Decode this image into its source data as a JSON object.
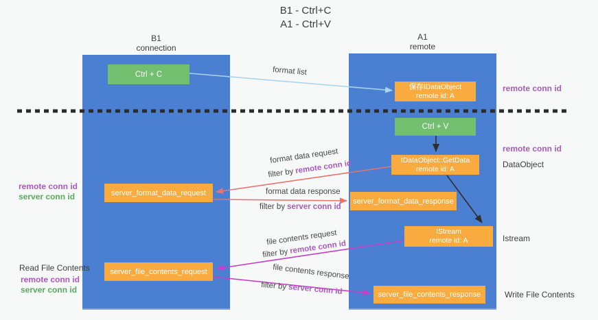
{
  "title": {
    "line1": "B1 - Ctrl+C",
    "line2": "A1 - Ctrl+V"
  },
  "lanes": {
    "left": {
      "name": "B1",
      "subtitle": "connection"
    },
    "right": {
      "name": "A1",
      "subtitle": "remote"
    }
  },
  "nodes": {
    "ctrl_c": {
      "label": "Ctrl + C"
    },
    "ctrl_v": {
      "label": "Ctrl + V"
    },
    "saved_dataobject": {
      "line1": "保存IDataObject",
      "line2": "remote id: A"
    },
    "getdata": {
      "line1": "IDataObject::GetData",
      "line2": "remote id: A"
    },
    "istream": {
      "line1": "IStream",
      "line2": "remote id: A"
    },
    "server_format_data_request": {
      "label": "server_format_data_request"
    },
    "server_format_data_response": {
      "label": "server_format_data_response"
    },
    "server_file_contents_request": {
      "label": "server_file_contents_request"
    },
    "server_file_contents_response": {
      "label": "server_file_contents_response"
    }
  },
  "edge_labels": {
    "format_list": "format list",
    "format_data_request": "format data request",
    "format_data_response": "format data response",
    "file_contents_request": "file contents request",
    "file_contents_response": "file contents response",
    "filter_by": "filter by",
    "remote_conn_id": "remote conn id",
    "server_conn_id": "server conn id"
  },
  "side_labels": {
    "remote_conn_id": "remote conn id",
    "server_conn_id": "server conn id",
    "dataobject": "DataObject",
    "istream": "Istream",
    "read_file_contents": "Read File Contents",
    "write_file_contents": "Write File Contents"
  },
  "colors": {
    "lane_blue": "#4a7fd2",
    "node_green": "#71bf6f",
    "node_orange": "#f9ab40",
    "arrow_light_blue": "#a9d3ee",
    "arrow_salmon": "#e8736f",
    "arrow_magenta": "#c63fc6",
    "arrow_black": "#2f2f2f",
    "text_purple": "#a95ac1",
    "text_green": "#57ad57"
  }
}
